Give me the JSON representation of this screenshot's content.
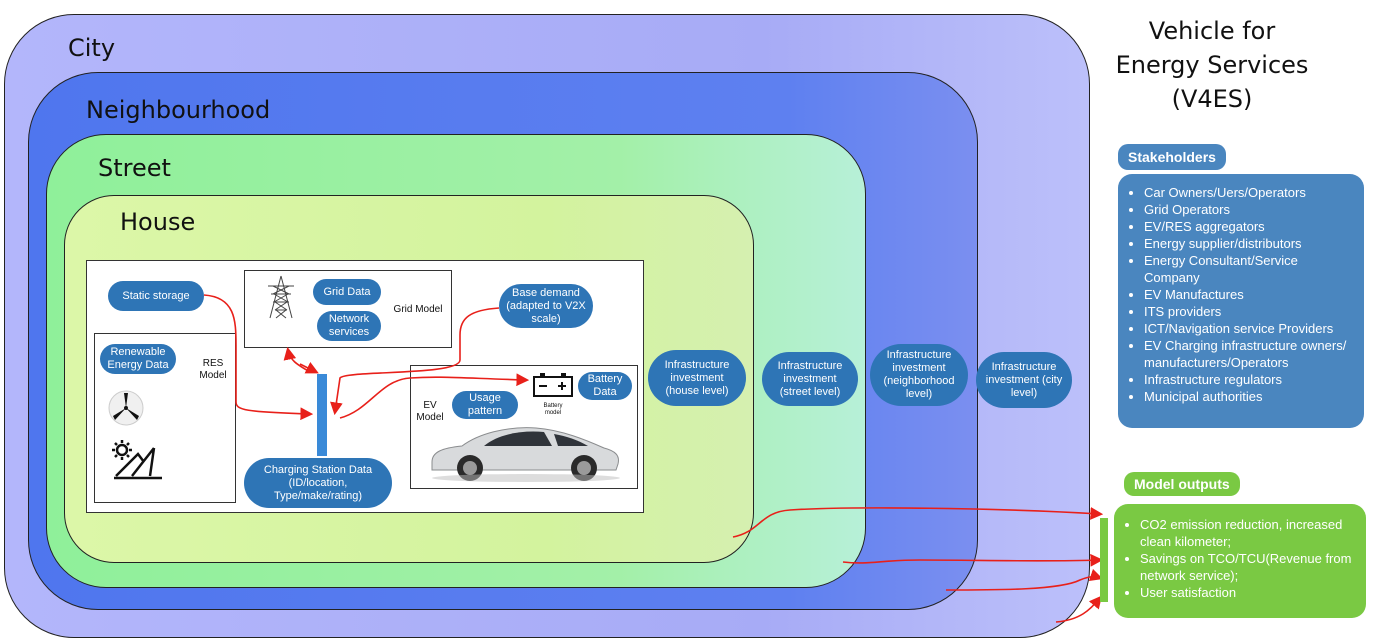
{
  "side_title": [
    "Vehicle for",
    "Energy Services",
    "(V4ES)"
  ],
  "layers": {
    "city": "City",
    "neighbourhood": "Neighbourhood",
    "street": "Street",
    "house": "House"
  },
  "models": {
    "static_storage": "Static storage",
    "grid_data": "Grid Data",
    "network_services": "Network services",
    "grid_model": "Grid Model",
    "base_demand": "Base demand (adapted to V2X scale)",
    "renewable_energy_data": "Renewable Energy Data",
    "res_model": "RES Model",
    "ev_model": "EV Model",
    "usage_pattern": "Usage pattern",
    "battery_data": "Battery Data",
    "battery_model": "Battery model",
    "charging_station_data": "Charging Station Data (ID/location, Type/make/rating)"
  },
  "infrastructure": {
    "house": "Infrastructure investment (house level)",
    "street": "Infrastructure investment (street level)",
    "neighborhood": "Infrastructure investment (neighborhood level)",
    "city": "Infrastructure investment (city level)"
  },
  "stakeholders": {
    "heading": "Stakeholders",
    "items": [
      "Car Owners/Uers/Operators",
      "Grid Operators",
      "EV/RES aggregators",
      "Energy supplier/distributors",
      "Energy Consultant/Service Company",
      "EV Manufactures",
      "ITS providers",
      "ICT/Navigation service Providers",
      "EV Charging infrastructure owners/ manufacturers/Operators",
      "Infrastructure regulators",
      "Municipal authorities"
    ]
  },
  "outputs": {
    "heading": "Model outputs",
    "items": [
      "CO2 emission reduction, increased clean kilometer;",
      "Savings on TCO/TCU(Revenue from network service);",
      "User satisfaction"
    ]
  },
  "colors": {
    "city": "#aab0f8",
    "neighbourhood": "#5b7cf0",
    "street": "#8ef09a",
    "house": "#d7f5a0",
    "pill_blue": "#2e75b6",
    "panel_blue": "#4a86bf",
    "panel_green": "#7ac943",
    "arrow_red": "#e8201a"
  }
}
